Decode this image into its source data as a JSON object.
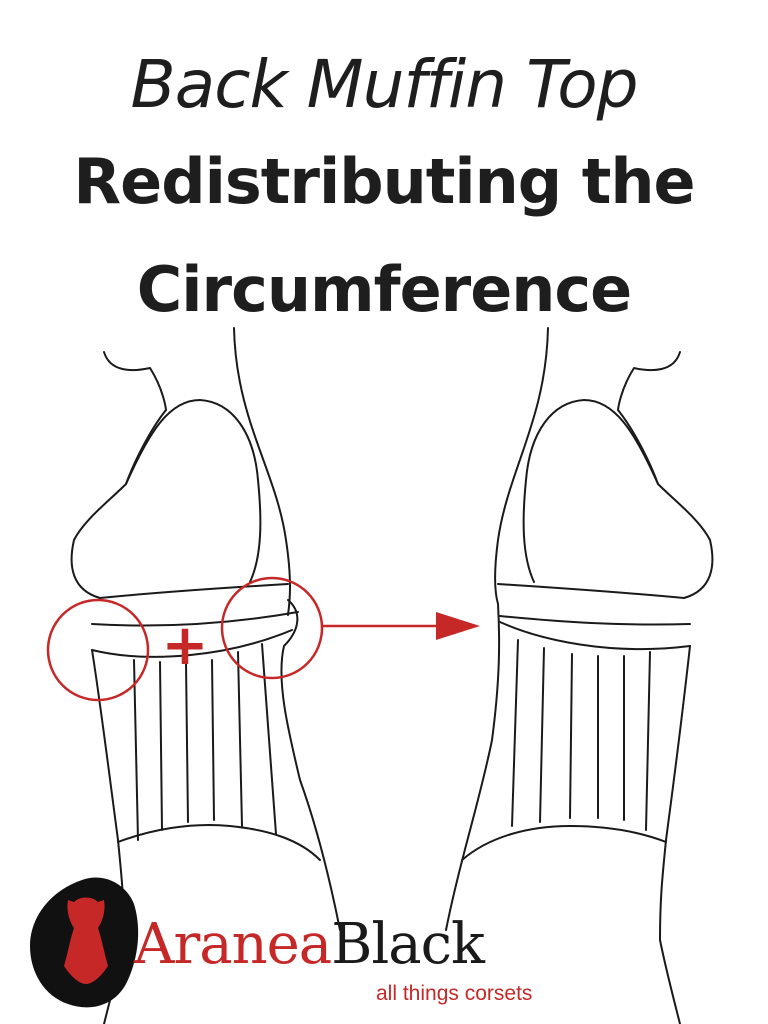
{
  "title": {
    "line1": "Back Muffin Top",
    "line2": "Redistributing the",
    "line3": "Circumference"
  },
  "diagram": {
    "plus_label": "+",
    "accent_color": "#c62828",
    "line_color": "#1a1a1a"
  },
  "brand": {
    "name_part1": "Aranea",
    "name_part2": "Black",
    "tagline": "all things corsets",
    "logo_icon": "corset-silhouette-icon"
  }
}
